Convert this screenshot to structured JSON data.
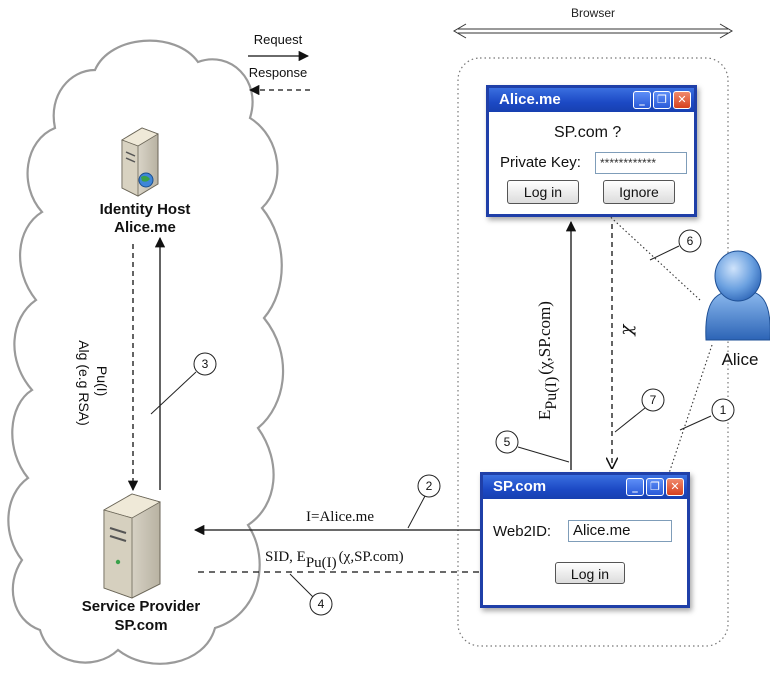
{
  "browser_label": "Browser",
  "legend": {
    "request": "Request",
    "response": "Response"
  },
  "identity_host": {
    "line1": "Identity Host",
    "line2": "Alice.me"
  },
  "service_provider": {
    "line1": "Service Provider",
    "line2": "SP.com"
  },
  "user_label": "Alice",
  "alice_window": {
    "title": "Alice.me",
    "prompt": "SP.com ?",
    "private_key_label": "Private Key:",
    "private_key_value": "************",
    "login_button": "Log in",
    "ignore_button": "Ignore"
  },
  "sp_window": {
    "title": "SP.com",
    "web2id_label": "Web2ID:",
    "web2id_value": "Alice.me",
    "login_button": "Log in"
  },
  "messages": {
    "pu_alg_line1": "Pu(I)",
    "pu_alg_line2": "Alg (e.g RSA)",
    "identity": "I=Alice.me",
    "sid_prefix": "SID, E",
    "sid_sub": "Pu(I)",
    "sid_suffix": "(χ,SP.com)",
    "enc_prefix": "E",
    "enc_sub": "Pu(I)",
    "enc_suffix": "(χ,SP.com)",
    "chi": "χ"
  },
  "steps": [
    "1",
    "2",
    "3",
    "4",
    "5",
    "6",
    "7"
  ]
}
